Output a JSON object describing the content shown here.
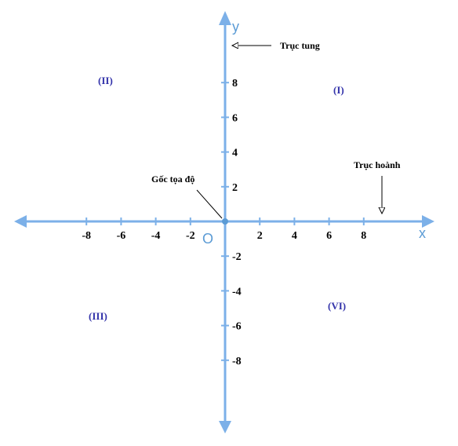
{
  "axes": {
    "x_name": "x",
    "y_name": "y",
    "origin_label": "O",
    "x_ticks": [
      "-8",
      "-6",
      "-4",
      "-2",
      "2",
      "4",
      "6",
      "8"
    ],
    "y_ticks": [
      "8",
      "6",
      "4",
      "2",
      "-2",
      "-4",
      "-6",
      "-8"
    ],
    "color": "#7cb0e8",
    "origin_label_color": "#5b9bd5"
  },
  "quadrants": {
    "q1": "(I)",
    "q2": "(II)",
    "q3": "(III)",
    "q4": "(VI)",
    "color": "#3333aa"
  },
  "annotations": {
    "y_axis_label": "Trục tung",
    "x_axis_label": "Trục hoành",
    "origin_name": "Gốc tọa độ"
  }
}
